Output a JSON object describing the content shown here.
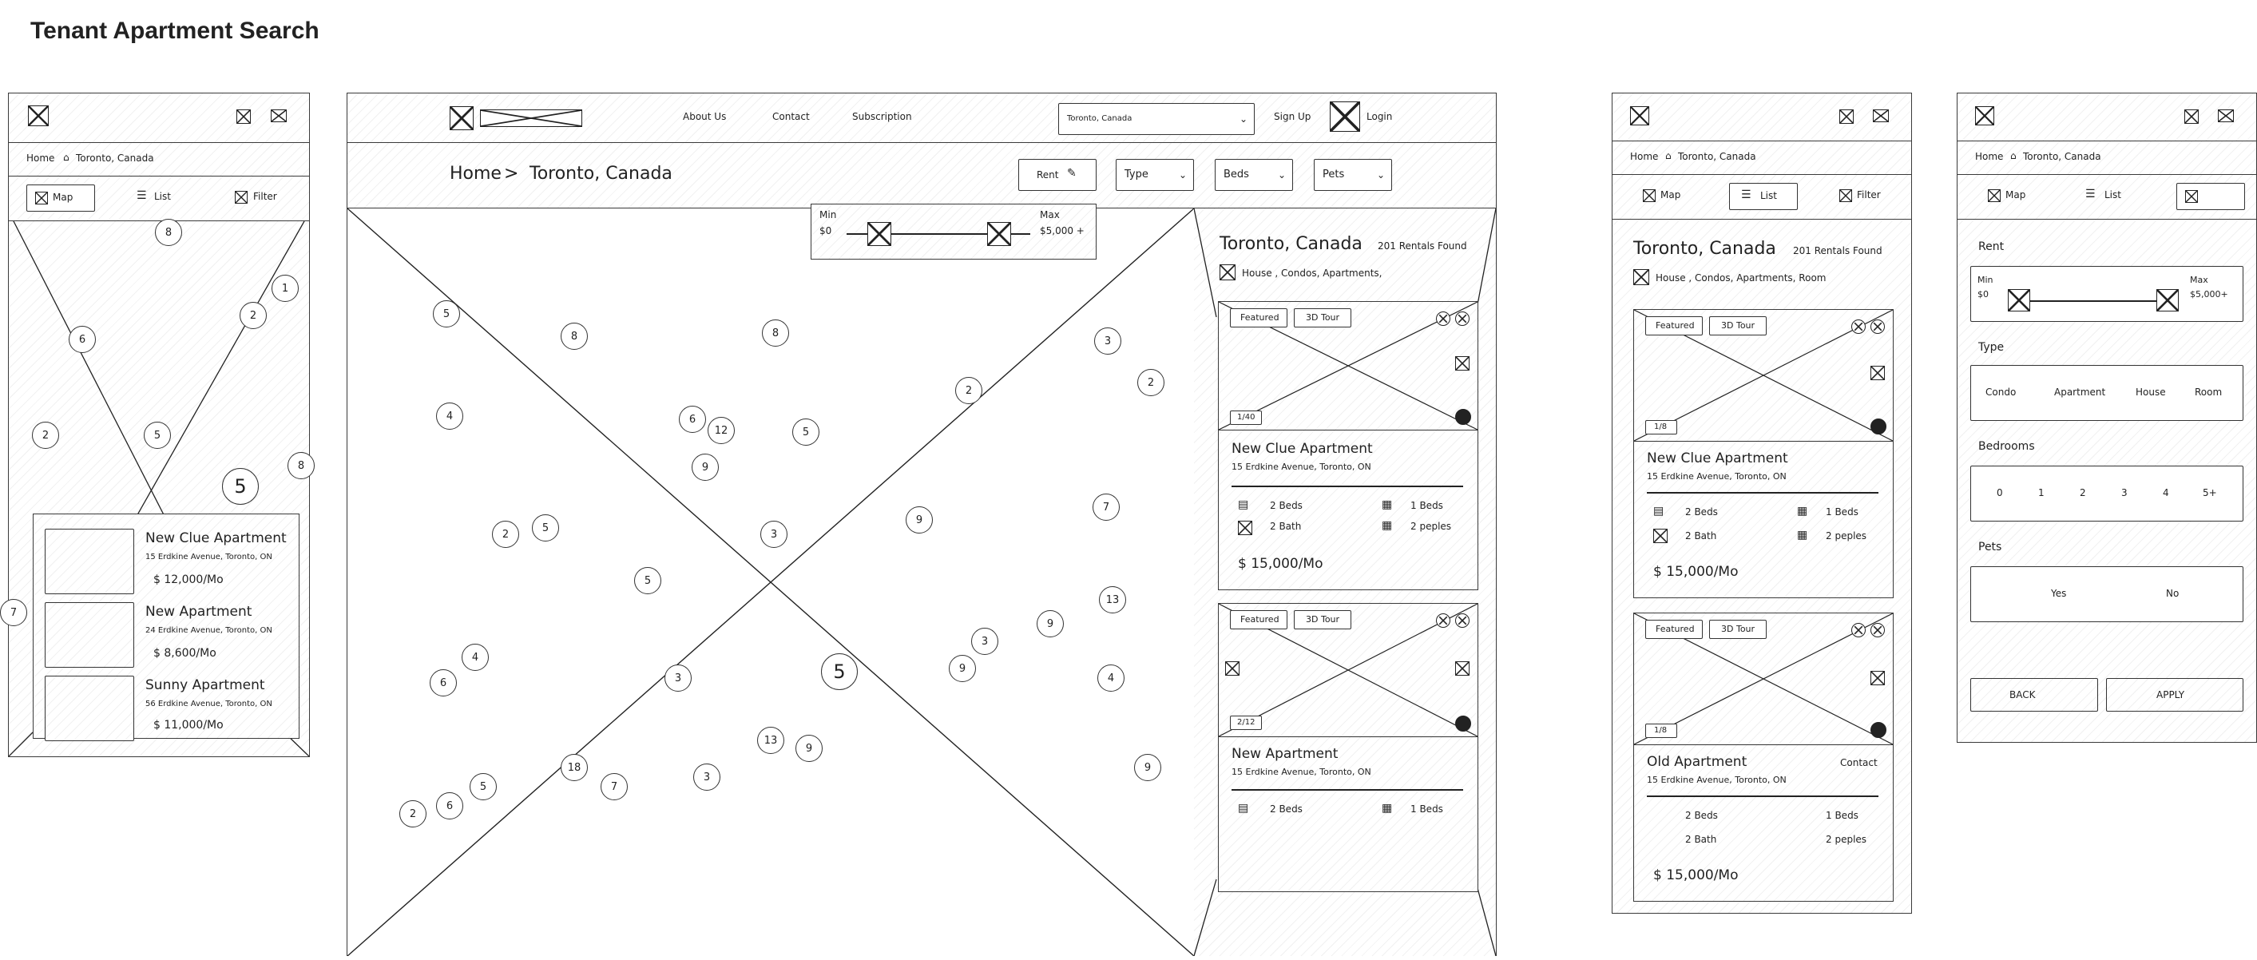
{
  "page_title": "Tenant Apartment Search",
  "breadcrumb": {
    "home": "Home",
    "location": "Toronto, Canada",
    "separator": ">"
  },
  "nav": {
    "about": "About Us",
    "contact": "Contact",
    "subscription": "Subscription",
    "signup": "Sign Up",
    "login": "Login"
  },
  "search": {
    "location_value": "Toronto, Canada"
  },
  "view_toggle": {
    "map": "Map",
    "list": "List",
    "filter": "Filter"
  },
  "filters": {
    "rent": "Rent",
    "type": "Type",
    "beds": "Beds",
    "pets": "Pets"
  },
  "price_slider": {
    "min_label": "Min",
    "min_value": "$0",
    "max_label": "Max",
    "max_value": "$5,000 +",
    "max_value_mobile": "$5,000+"
  },
  "results": {
    "location": "Toronto, Canada",
    "count": "201 Rentals Found",
    "types": "House , Condos, Apartments,",
    "types_mobile": "House , Condos, Apartments, Room"
  },
  "card_labels": {
    "featured": "Featured",
    "tour": "3D Tour",
    "contact": "Contact"
  },
  "listings_desktop": [
    {
      "title": "New Clue Apartment",
      "address": "15 Erdkine Avenue, Toronto, ON",
      "beds": "2 Beds",
      "baths": "2 Bath",
      "baths2": "1 Beds",
      "people": "2 peples",
      "price": "$ 15,000/Mo",
      "photo_count": "1/40"
    },
    {
      "title": "New Apartment",
      "address": "15 Erdkine Avenue, Toronto, ON",
      "beds": "2 Beds",
      "baths2": "1 Beds",
      "photo_count": "2/12"
    }
  ],
  "listings_mobile_map": [
    {
      "title": "New Clue Apartment",
      "address": "15 Erdkine Avenue, Toronto, ON",
      "price": "$ 12,000/Mo"
    },
    {
      "title": "New Apartment",
      "address": "24 Erdkine Avenue, Toronto, ON",
      "price": "$ 8,600/Mo"
    },
    {
      "title": "Sunny Apartment",
      "address": "56 Erdkine Avenue, Toronto, ON",
      "price": "$ 11,000/Mo"
    }
  ],
  "listings_mobile_list": [
    {
      "title": "New Clue Apartment",
      "address": "15 Erdkine Avenue, Toronto, ON",
      "beds": "2 Beds",
      "baths": "2 Bath",
      "baths2": "1 Beds",
      "people": "2 peples",
      "price": "$ 15,000/Mo",
      "photo_count": "1/8"
    },
    {
      "title": "Old Apartment",
      "address": "15 Erdkine Avenue, Toronto, ON",
      "beds": "2 Beds",
      "baths": "2 Bath",
      "baths2": "1 Beds",
      "people": "2 peples",
      "price": "$ 15,000/Mo",
      "photo_count": "1/8"
    }
  ],
  "filter_panel": {
    "rent_label": "Rent",
    "type_label": "Type",
    "types": [
      "Condo",
      "Apartment",
      "House",
      "Room"
    ],
    "bedrooms_label": "Bedrooms",
    "bedrooms": [
      "0",
      "1",
      "2",
      "3",
      "4",
      "5+"
    ],
    "pets_label": "Pets",
    "pets": [
      "Yes",
      "No"
    ],
    "back": "BACK",
    "apply": "APPLY"
  },
  "map_pins_mobile": [
    "8",
    "1",
    "2",
    "6",
    "2",
    "5",
    "8",
    "5",
    "7"
  ],
  "map_pins_desktop": [
    "5",
    "8",
    "8",
    "3",
    "2",
    "2",
    "4",
    "6",
    "12",
    "5",
    "9",
    "2",
    "5",
    "3",
    "9",
    "7",
    "5",
    "13",
    "4",
    "9",
    "3",
    "6",
    "3",
    "5",
    "9",
    "4",
    "13",
    "9",
    "18",
    "7",
    "3",
    "2",
    "6",
    "5",
    "9"
  ]
}
